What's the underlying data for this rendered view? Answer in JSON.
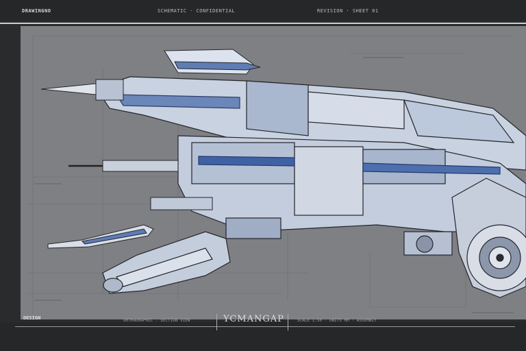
{
  "header": {
    "left_label": "DRAWINGNO",
    "center_label": "SCHEMATIC · CONFIDENTIAL",
    "right_label": "REVISION · SHEET 01"
  },
  "footer": {
    "logo": "DESIGN",
    "left_caption": "ORTHOGRAPHIC · SECTION VIEW",
    "title": "YCMANGAP",
    "right_caption": "SCALE 1:50 · UNITS MM · ASSEMBLY"
  },
  "colors": {
    "sheet": "#7f8083",
    "frame": "#2a2b2d",
    "line_blue": "#3b5d9e",
    "line_dark": "#2e2f33",
    "highlight": "#dfe6f0"
  }
}
